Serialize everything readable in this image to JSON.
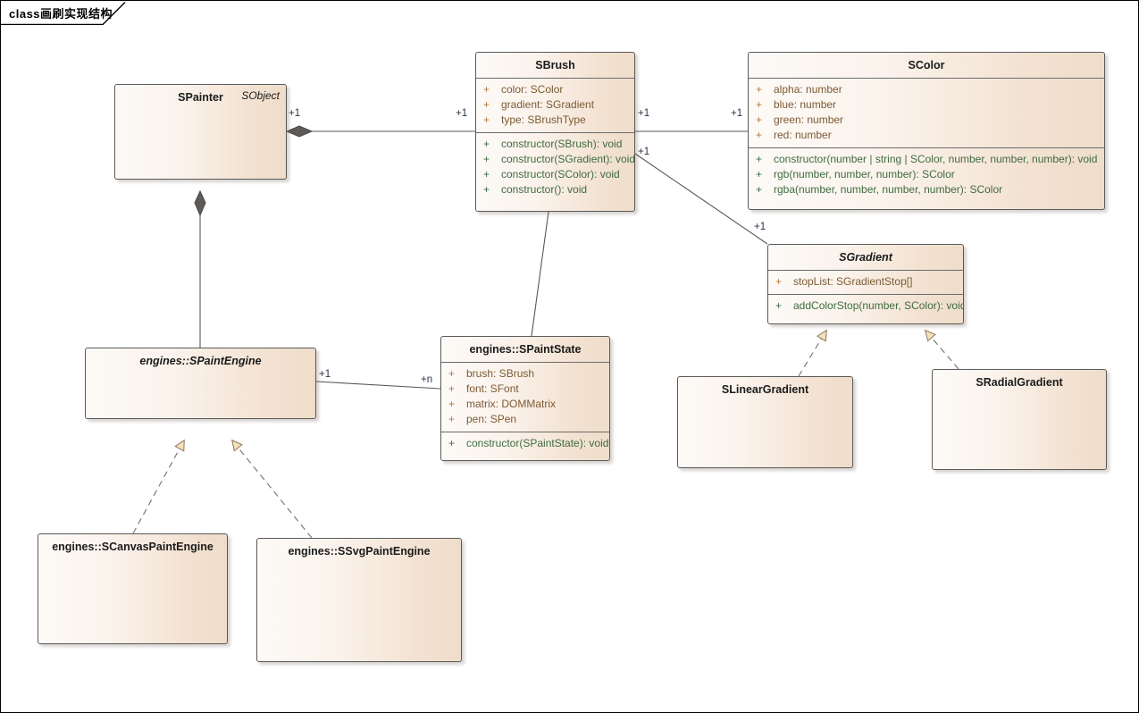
{
  "frame": {
    "title": "class画刷实现结构"
  },
  "palette": {
    "box_fill_left": "#fdfaf7",
    "box_fill_right": "#eeddc9",
    "box_border": "#5a5a5a",
    "attr_text": "#7c5a33",
    "op_text": "#3f6b3f",
    "visibility_attr": "#b5793c",
    "multiplicity_text": "#2a3448",
    "arrow_fill": "#f5dfbc",
    "line": "#595959"
  },
  "classes": [
    {
      "id": "spainter",
      "name": "SPainter",
      "stereotype_parent": "SObject",
      "italic": false,
      "attributes": [],
      "operations": []
    },
    {
      "id": "sbrush",
      "name": "SBrush",
      "italic": false,
      "attributes": [
        {
          "vis": "+",
          "text": "color: SColor"
        },
        {
          "vis": "+",
          "text": "gradient: SGradient"
        },
        {
          "vis": "+",
          "text": "type: SBrushType"
        }
      ],
      "operations": [
        {
          "vis": "+",
          "text": "constructor(SBrush): void"
        },
        {
          "vis": "+",
          "text": "constructor(SGradient): void"
        },
        {
          "vis": "+",
          "text": "constructor(SColor): void"
        },
        {
          "vis": "+",
          "text": "constructor(): void"
        }
      ]
    },
    {
      "id": "scolor",
      "name": "SColor",
      "italic": false,
      "attributes": [
        {
          "vis": "+",
          "text": "alpha: number"
        },
        {
          "vis": "+",
          "text": "blue: number"
        },
        {
          "vis": "+",
          "text": "green: number"
        },
        {
          "vis": "+",
          "text": "red: number"
        }
      ],
      "operations": [
        {
          "vis": "+",
          "text": "constructor(number | string | SColor, number, number, number): void"
        },
        {
          "vis": "+",
          "text": "rgb(number, number, number): SColor"
        },
        {
          "vis": "+",
          "text": "rgba(number, number, number, number): SColor"
        }
      ]
    },
    {
      "id": "sgradient",
      "name": "SGradient",
      "italic": true,
      "attributes": [
        {
          "vis": "+",
          "text": "stopList: SGradientStop[]"
        }
      ],
      "operations": [
        {
          "vis": "+",
          "text": "addColorStop(number, SColor): void"
        }
      ]
    },
    {
      "id": "spaintengine",
      "name": "engines::SPaintEngine",
      "italic": true,
      "attributes": [],
      "operations": []
    },
    {
      "id": "spaintstate",
      "name": "engines::SPaintState",
      "italic": false,
      "attributes": [
        {
          "vis": "+",
          "text": "brush: SBrush"
        },
        {
          "vis": "+",
          "text": "font: SFont"
        },
        {
          "vis": "+",
          "text": "matrix: DOMMatrix"
        },
        {
          "vis": "+",
          "text": "pen: SPen"
        }
      ],
      "operations": [
        {
          "vis": "+",
          "text": "constructor(SPaintState): void"
        }
      ]
    },
    {
      "id": "slineargradient",
      "name": "SLinearGradient",
      "italic": false,
      "attributes": [],
      "operations": []
    },
    {
      "id": "sradialgradient",
      "name": "SRadialGradient",
      "italic": false,
      "attributes": [],
      "operations": []
    },
    {
      "id": "scanvaspaintengine",
      "name": "engines::SCanvasPaintEngine",
      "italic": false,
      "attributes": [],
      "operations": []
    },
    {
      "id": "ssvgpaintengine",
      "name": "engines::SSvgPaintEngine",
      "italic": false,
      "attributes": [],
      "operations": []
    }
  ],
  "multiplicities": {
    "painter_to_brush_src": "+1",
    "painter_to_brush_dst": "+1",
    "brush_to_color_src": "+1",
    "brush_to_color_dst": "+1",
    "brush_to_gradient_src": "+1",
    "brush_to_gradient_dst": "+1",
    "engine_to_state_src": "+1",
    "engine_to_state_dst": "+n"
  },
  "relationships": [
    {
      "from": "SPainter",
      "to": "SBrush",
      "type": "composition"
    },
    {
      "from": "SPainter",
      "to": "engines::SPaintEngine",
      "type": "composition"
    },
    {
      "from": "SBrush",
      "to": "SColor",
      "type": "association"
    },
    {
      "from": "SBrush",
      "to": "SGradient",
      "type": "association"
    },
    {
      "from": "SBrush",
      "to": "engines::SPaintState",
      "type": "association"
    },
    {
      "from": "engines::SPaintEngine",
      "to": "engines::SPaintState",
      "type": "association"
    },
    {
      "from": "SLinearGradient",
      "to": "SGradient",
      "type": "realization"
    },
    {
      "from": "SRadialGradient",
      "to": "SGradient",
      "type": "realization"
    },
    {
      "from": "engines::SCanvasPaintEngine",
      "to": "engines::SPaintEngine",
      "type": "realization"
    },
    {
      "from": "engines::SSvgPaintEngine",
      "to": "engines::SPaintEngine",
      "type": "realization"
    }
  ]
}
